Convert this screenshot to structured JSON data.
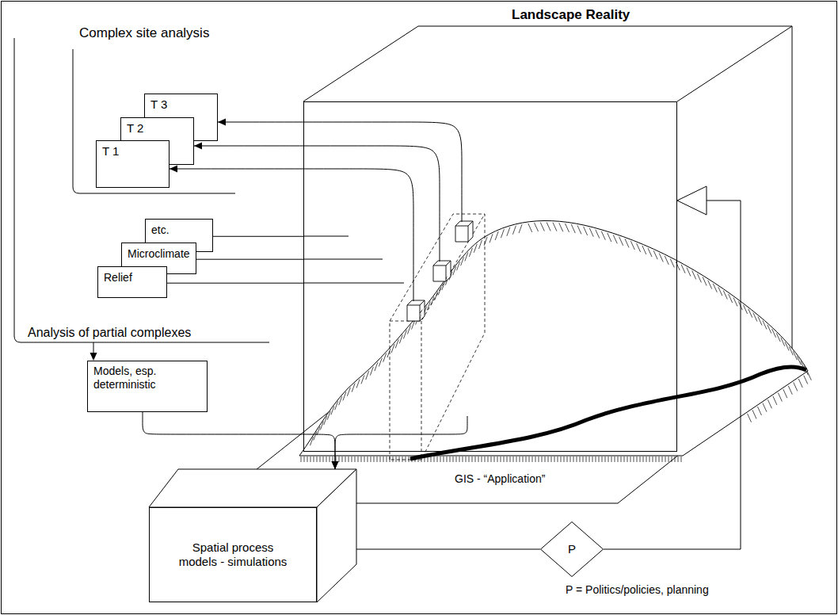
{
  "diagram": {
    "nodes": [
      {
        "text": [
          "Landscape Reality"
        ]
      },
      {
        "text": [
          "T 3"
        ]
      },
      {
        "text": [
          "T 2"
        ]
      },
      {
        "text": [
          "T 1"
        ]
      },
      {
        "text": [
          "etc."
        ]
      },
      {
        "text": [
          "Microclimate"
        ]
      },
      {
        "text": [
          "Relief"
        ]
      },
      {
        "text": [
          "Models, esp. deterministic"
        ]
      },
      {
        "text": [
          "Spatial process models - simulations"
        ]
      },
      {
        "text": [
          "P"
        ]
      }
    ],
    "edges": [
      {
        "from": 0,
        "to": 3,
        "arrow": "to"
      },
      {
        "from": 0,
        "to": 2,
        "arrow": "to"
      },
      {
        "from": 0,
        "to": 1,
        "arrow": "to"
      },
      {
        "from": 6,
        "to": 0,
        "arrow": "none"
      },
      {
        "from": 5,
        "to": 0,
        "arrow": "none"
      },
      {
        "from": 4,
        "to": 0,
        "arrow": "none"
      },
      {
        "from": 7,
        "to": 8,
        "arrow": "to"
      },
      {
        "from": 0,
        "to": 8,
        "arrow": "to"
      },
      {
        "from": 8,
        "to": 9,
        "arrow": "none"
      },
      {
        "from": 9,
        "to": 0,
        "arrow": "to"
      }
    ],
    "labels": [
      "Complex site analysis",
      "Analysis of partial complexes",
      "GIS - “Application”",
      "P = Politics/policies, planning"
    ]
  }
}
